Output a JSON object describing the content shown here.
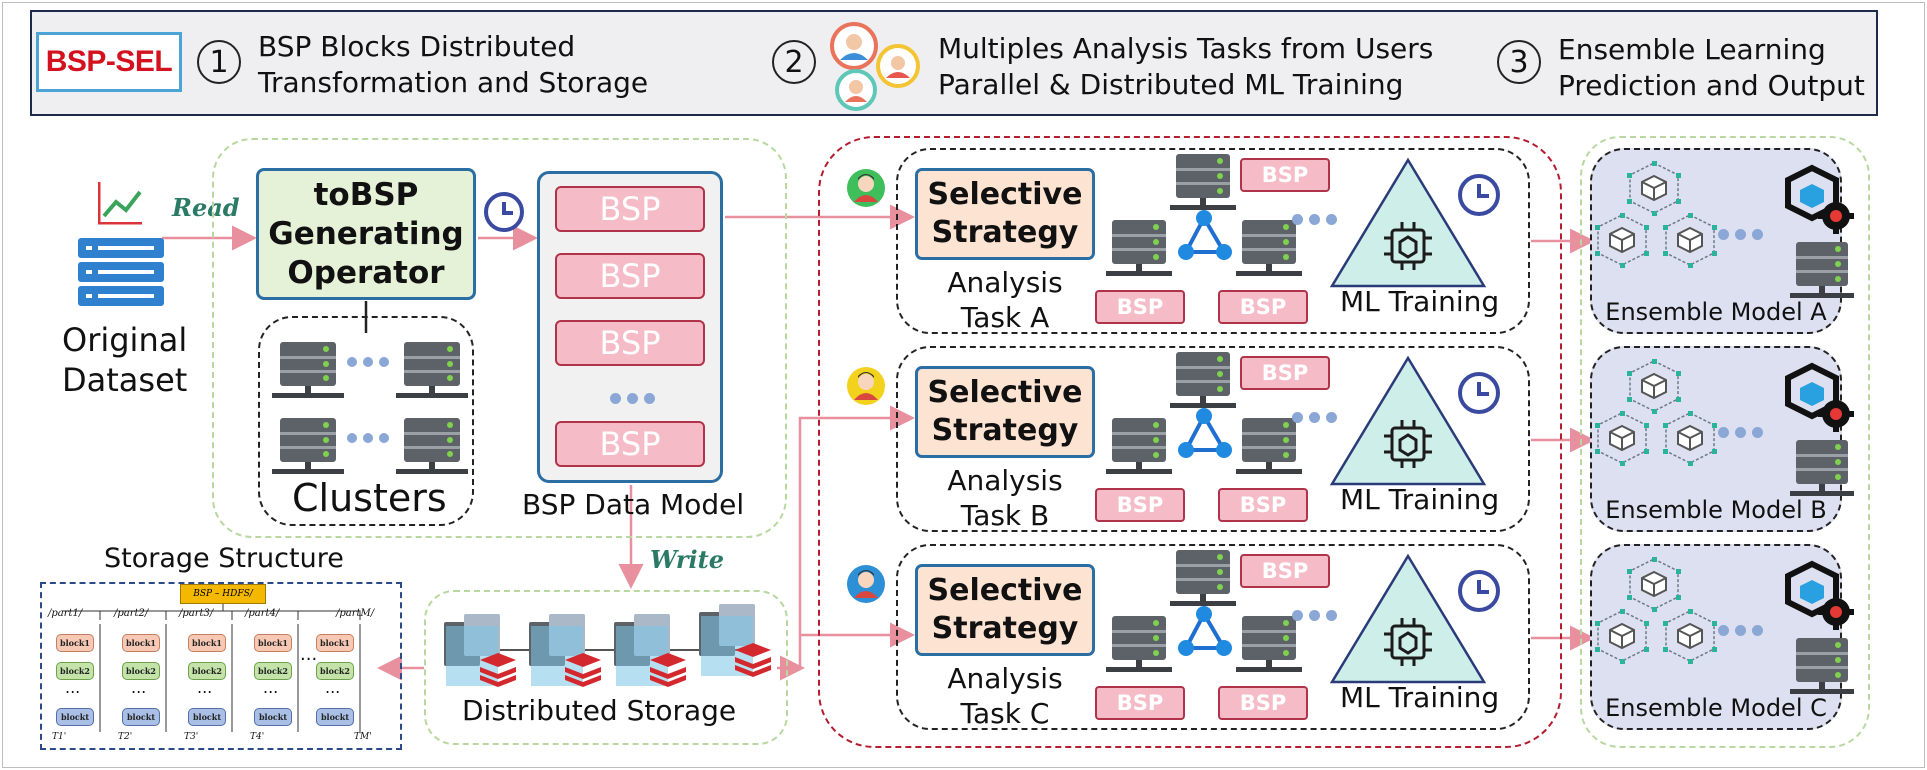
{
  "header": {
    "logo": "BSP-SEL",
    "steps": [
      {
        "num": "1",
        "line1": "BSP Blocks Distributed",
        "line2": "Transformation and Storage"
      },
      {
        "num": "2",
        "line1": "Multiples Analysis Tasks from Users",
        "line2": "Parallel & Distributed ML Training"
      },
      {
        "num": "3",
        "line1": "Ensemble Learning",
        "line2": "Prediction and Output"
      }
    ]
  },
  "left": {
    "dataset_line1": "Original",
    "dataset_line2": "Dataset",
    "read_label": "Read",
    "operator_line1": "toBSP",
    "operator_line2": "Generating",
    "operator_line3": "Operator",
    "clusters_label": "Clusters",
    "bsp_block": "BSP",
    "bsp_model_label": "BSP Data Model",
    "write_label": "Write",
    "distributed_storage_label": "Distributed Storage"
  },
  "storage_structure": {
    "title": "Storage Structure",
    "root": "BSP – HDFS/",
    "parts": [
      "/part1/",
      "/part2/",
      "/part3/",
      "/part4/",
      "/partM/"
    ],
    "blocks": [
      "block1",
      "block2",
      "blockt"
    ],
    "tables": [
      "T1'",
      "T2'",
      "T3'",
      "T4'",
      "TM'"
    ],
    "ellipsis": "..."
  },
  "tasks": [
    {
      "strategy_line1": "Selective",
      "strategy_line2": "Strategy",
      "task_line1": "Analysis",
      "task_line2": "Task A",
      "bsp": "BSP",
      "training": "ML Training",
      "user_color": "#3fbf5b"
    },
    {
      "strategy_line1": "Selective",
      "strategy_line2": "Strategy",
      "task_line1": "Analysis",
      "task_line2": "Task B",
      "bsp": "BSP",
      "training": "ML Training",
      "user_color": "#f2d21d"
    },
    {
      "strategy_line1": "Selective",
      "strategy_line2": "Strategy",
      "task_line1": "Analysis",
      "task_line2": "Task C",
      "bsp": "BSP",
      "training": "ML Training",
      "user_color": "#2d8fd5"
    }
  ],
  "ensembles": [
    {
      "label": "Ensemble Model A"
    },
    {
      "label": "Ensemble Model B"
    },
    {
      "label": "Ensemble Model C"
    }
  ],
  "colors": {
    "accent_blue": "#2b6ea3",
    "bsp_fill": "#f5bcc7",
    "arrow": "#e8909e",
    "green_dash": "#b8d8a0",
    "red_dash": "#b51c2e",
    "triangle": "#cdeee9",
    "ensemble_fill": "#dde0f0"
  }
}
